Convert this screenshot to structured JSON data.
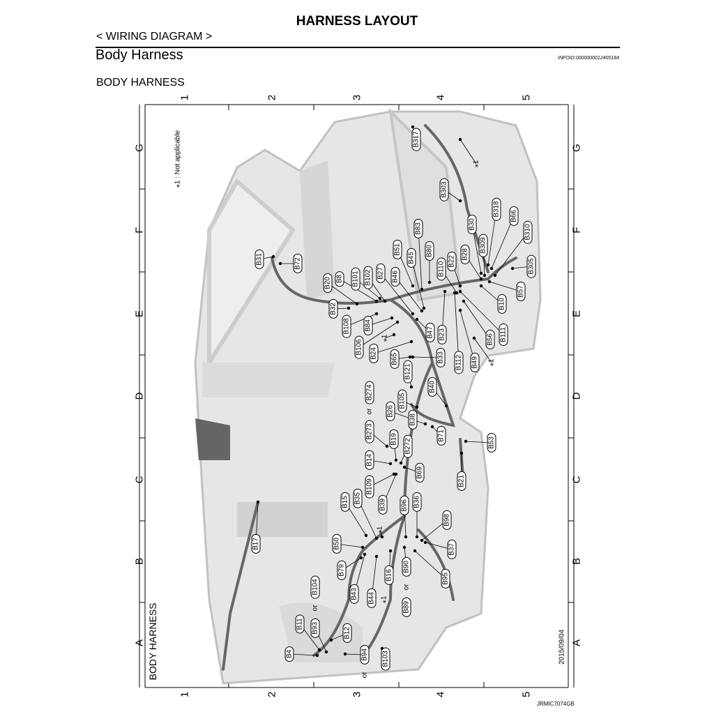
{
  "header": {
    "title": "HARNESS LAYOUT",
    "section": "< WIRING DIAGRAM >",
    "subtitle": "Body Harness",
    "info_id": "INFOID:0000000012405184",
    "diagram_title": "BODY HARNESS"
  },
  "diagram": {
    "frame_label": "BODY HARNESS",
    "date": "2015/09/04",
    "figure_id": "JRMIC7074GB",
    "note": "⁎1 : Not applicable",
    "columns": [
      "1",
      "2",
      "3",
      "4",
      "5"
    ],
    "rows": [
      "G",
      "F",
      "E",
      "D",
      "C",
      "B",
      "A"
    ],
    "connectors": [
      "B317",
      "⁎1",
      "B303",
      "B318",
      "B66",
      "B30",
      "B310",
      "B309",
      "B83",
      "B51",
      "B45",
      "B80",
      "B22",
      "B28",
      "B305",
      "B31",
      "B72",
      "B20",
      "B8",
      "B101",
      "B102",
      "B27",
      "B46",
      "B110",
      "B57",
      "B10",
      "B32",
      "B108",
      "B84",
      "B47",
      "B23",
      "B111",
      "B56",
      "⁎1",
      "B106",
      "B24",
      "B65",
      "B33",
      "B112",
      "B49",
      "⁎1",
      "B121",
      "B105",
      "B40",
      "B274",
      "or",
      "B26",
      "B38",
      "B71",
      "B53",
      "B273",
      "B19",
      "B272",
      "B14",
      "B69",
      "B21",
      "B109",
      "B39",
      "B15",
      "B35",
      "B96",
      "B36",
      "B98",
      "⁎1",
      "B50",
      "B37",
      "B17",
      "B79",
      "B16",
      "B90",
      "B95",
      "B43",
      "B44",
      "⁎1",
      "or",
      "B89",
      "B104",
      "or",
      "B93",
      "B11",
      "B12",
      "B4",
      "B94",
      "or",
      "B103"
    ]
  }
}
